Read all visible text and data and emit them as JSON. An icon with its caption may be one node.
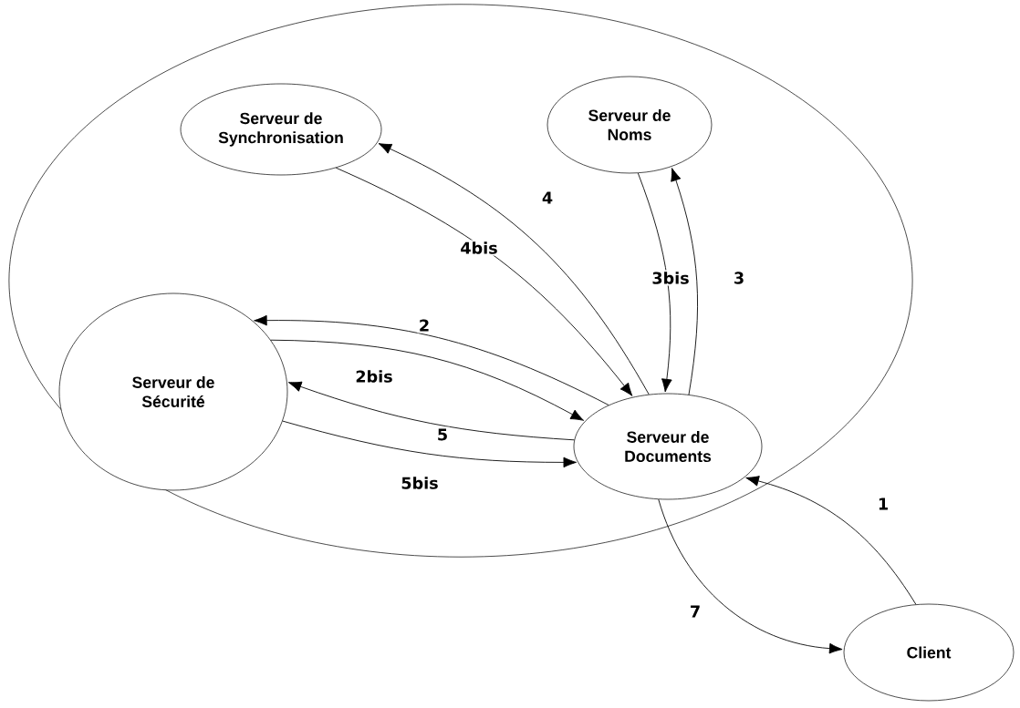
{
  "diagram": {
    "nodes": [
      {
        "text": [],
        "shape": "circle"
      },
      {
        "text": [
          "Serveur de Synchronisation"
        ],
        "in": 0
      },
      {
        "text": [
          "Serveur de Noms"
        ],
        "in": 0
      },
      {
        "text": [
          "Serveur de Sécurité"
        ],
        "in": 0
      },
      {
        "text": [
          "Serveur de Documents"
        ],
        "in": 0
      },
      {
        "text": [
          "Client"
        ]
      }
    ],
    "edges": [
      {
        "from": 4,
        "to": 1,
        "arrow": "to",
        "label": "4"
      },
      {
        "from": 1,
        "to": 4,
        "arrow": "to",
        "label": "4bis"
      },
      {
        "from": 4,
        "to": 2,
        "arrow": "to",
        "label": "3"
      },
      {
        "from": 2,
        "to": 4,
        "arrow": "to",
        "label": "3bis"
      },
      {
        "from": 4,
        "to": 3,
        "arrow": "to",
        "label": "2"
      },
      {
        "from": 3,
        "to": 4,
        "arrow": "to",
        "label": "2bis"
      },
      {
        "from": 4,
        "to": 3,
        "arrow": "to",
        "label": "5"
      },
      {
        "from": 3,
        "to": 4,
        "arrow": "to",
        "label": "5bis"
      },
      {
        "from": 5,
        "to": 4,
        "arrow": "to",
        "label": "1"
      },
      {
        "from": 4,
        "to": 5,
        "arrow": "to",
        "label": "7"
      }
    ]
  }
}
